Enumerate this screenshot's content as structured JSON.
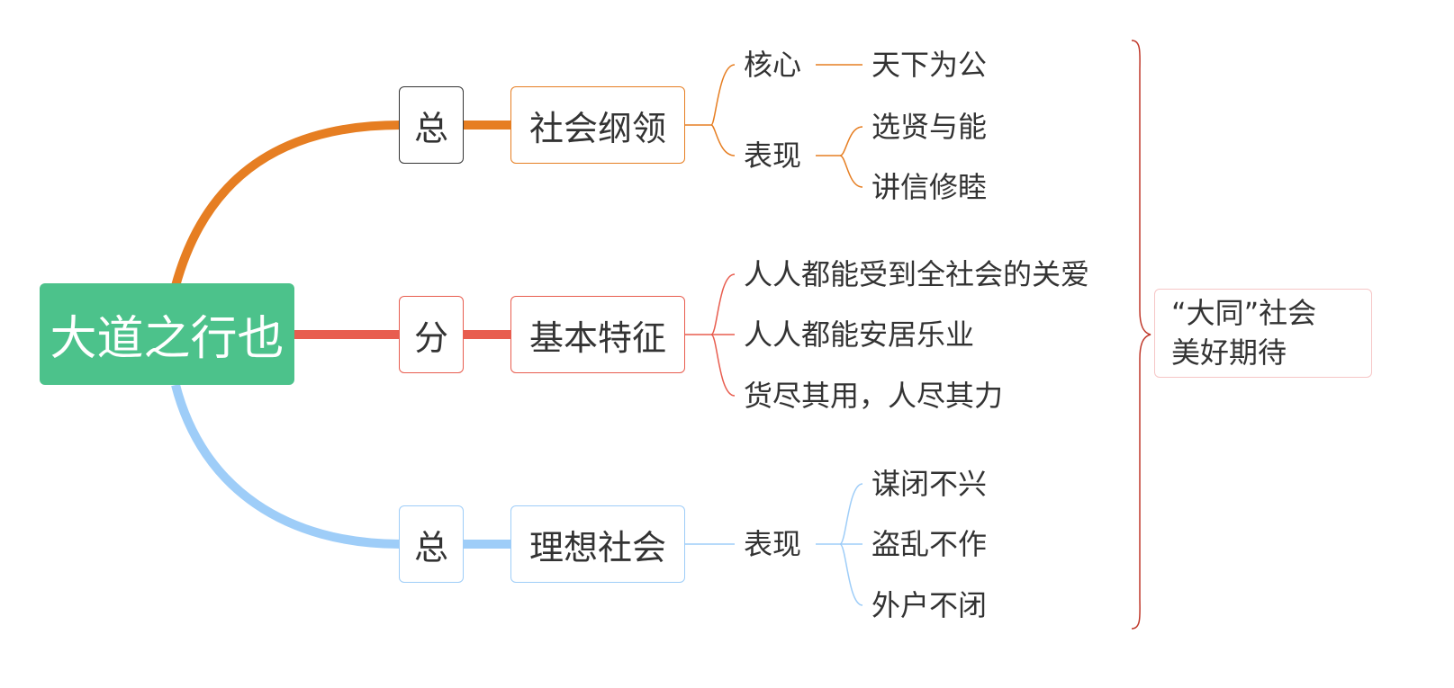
{
  "root": {
    "label": "大道之行也"
  },
  "branches": [
    {
      "tag": "总",
      "label": "社会纲领",
      "color": "#e67e22",
      "children": [
        {
          "label": "核心",
          "leaves": [
            "天下为公"
          ]
        },
        {
          "label": "表现",
          "leaves": [
            "选贤与能",
            "讲信修睦"
          ]
        }
      ]
    },
    {
      "tag": "分",
      "label": "基本特征",
      "color": "#e85d4f",
      "leaves": [
        "人人都能受到全社会的关爱",
        "人人都能安居乐业",
        "货尽其用，人尽其力"
      ]
    },
    {
      "tag": "总",
      "label": "理想社会",
      "color": "#9ecdf8",
      "children": [
        {
          "label": "表现",
          "leaves": [
            "谋闭不兴",
            "盗乱不作",
            "外户不闭"
          ]
        }
      ]
    }
  ],
  "summary": {
    "line1": "“大同”社会",
    "line2": "美好期待",
    "color": "#c0392b"
  },
  "tag_border_colors": [
    "#333333",
    "#e85d4f",
    "#9ecdf8"
  ]
}
